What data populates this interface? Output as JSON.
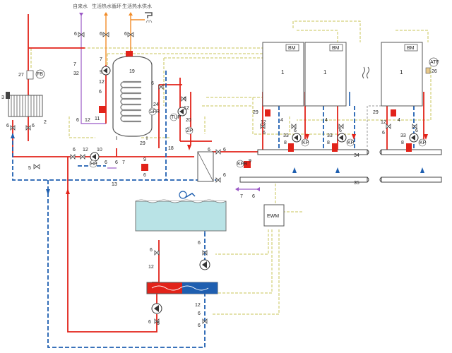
{
  "top_labels": {
    "tap_water": "自来水",
    "dhw_circulation": "生活热水循环",
    "dhw_supply": "生活热水供水"
  },
  "boilers": [
    {
      "badge": "BM",
      "number": "1"
    },
    {
      "badge": "BM",
      "number": "1"
    },
    {
      "badge": "BM",
      "number": "1"
    }
  ],
  "component_tags": {
    "ewm": "EWM",
    "hp": "HP",
    "kp": "KP",
    "zp": "ZP",
    "fb": "FB",
    "tup": "TUP",
    "sp": "SP",
    "ath": "ATF",
    "kfr": "KFR",
    "sfr": "SFR"
  },
  "numbers": {
    "n1": "1",
    "n2": "2",
    "n3": "3",
    "n4": "4",
    "n5": "5",
    "n6": "6",
    "n7": "7",
    "n8": "8",
    "n9": "9",
    "n10": "10",
    "n11": "11",
    "n12": "12",
    "n13": "13",
    "n18": "18",
    "n19": "19",
    "n20": "20",
    "n24": "24",
    "n26": "26",
    "n27": "27",
    "n29": "29",
    "n32": "32",
    "n33": "33",
    "n34": "34",
    "n35": "35"
  },
  "colors": {
    "supply": "#e2231a",
    "return": "#1f5fb0",
    "dhw": "#f28c28",
    "cold": "#9b59c6",
    "control": "#c8c45a",
    "pool_water": "#b9e3e6"
  }
}
